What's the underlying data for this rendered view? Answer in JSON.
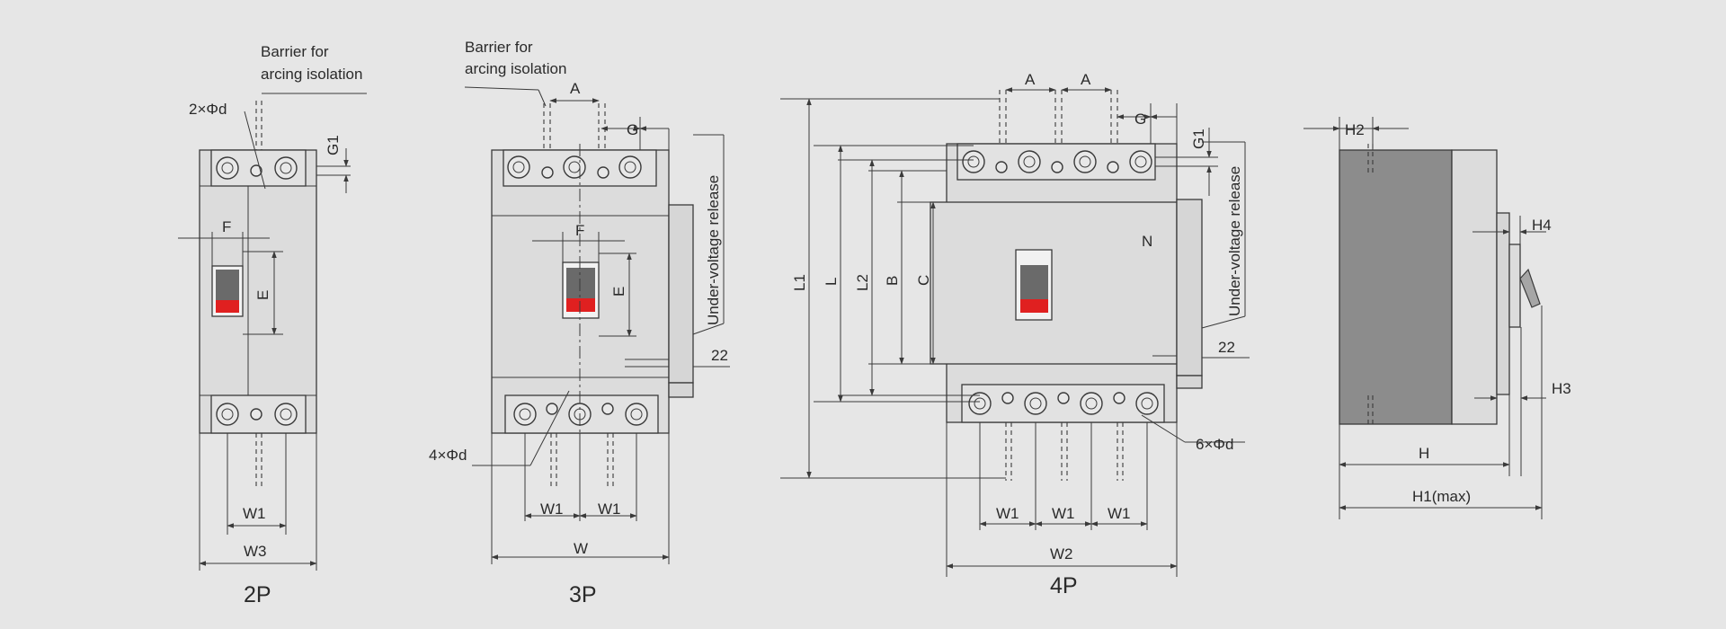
{
  "labels": {
    "barrier_line1": "Barrier for",
    "barrier_line2": "arcing isolation",
    "hole_2p": "2×Φd",
    "hole_3p": "4×Φd",
    "hole_4p": "6×Φd",
    "uv_release": "Under-voltage release",
    "neutral": "N",
    "A": "A",
    "E": "E",
    "F": "F",
    "G": "G",
    "G1": "G1",
    "W": "W",
    "W1": "W1",
    "W2": "W2",
    "W3": "W3",
    "L": "L",
    "L1": "L1",
    "L2": "L2",
    "B": "B",
    "C": "C",
    "H": "H",
    "H1": "H1(max)",
    "H2": "H2",
    "H3": "H3",
    "H4": "H4",
    "dim22": "22"
  },
  "captions": {
    "p2": "2P",
    "p3": "3P",
    "p4": "4P"
  },
  "colors": {
    "background": "#e6e6e6",
    "handle_red": "#e02020",
    "side_body": "#8c8c8c",
    "line": "#3a3a3a"
  }
}
